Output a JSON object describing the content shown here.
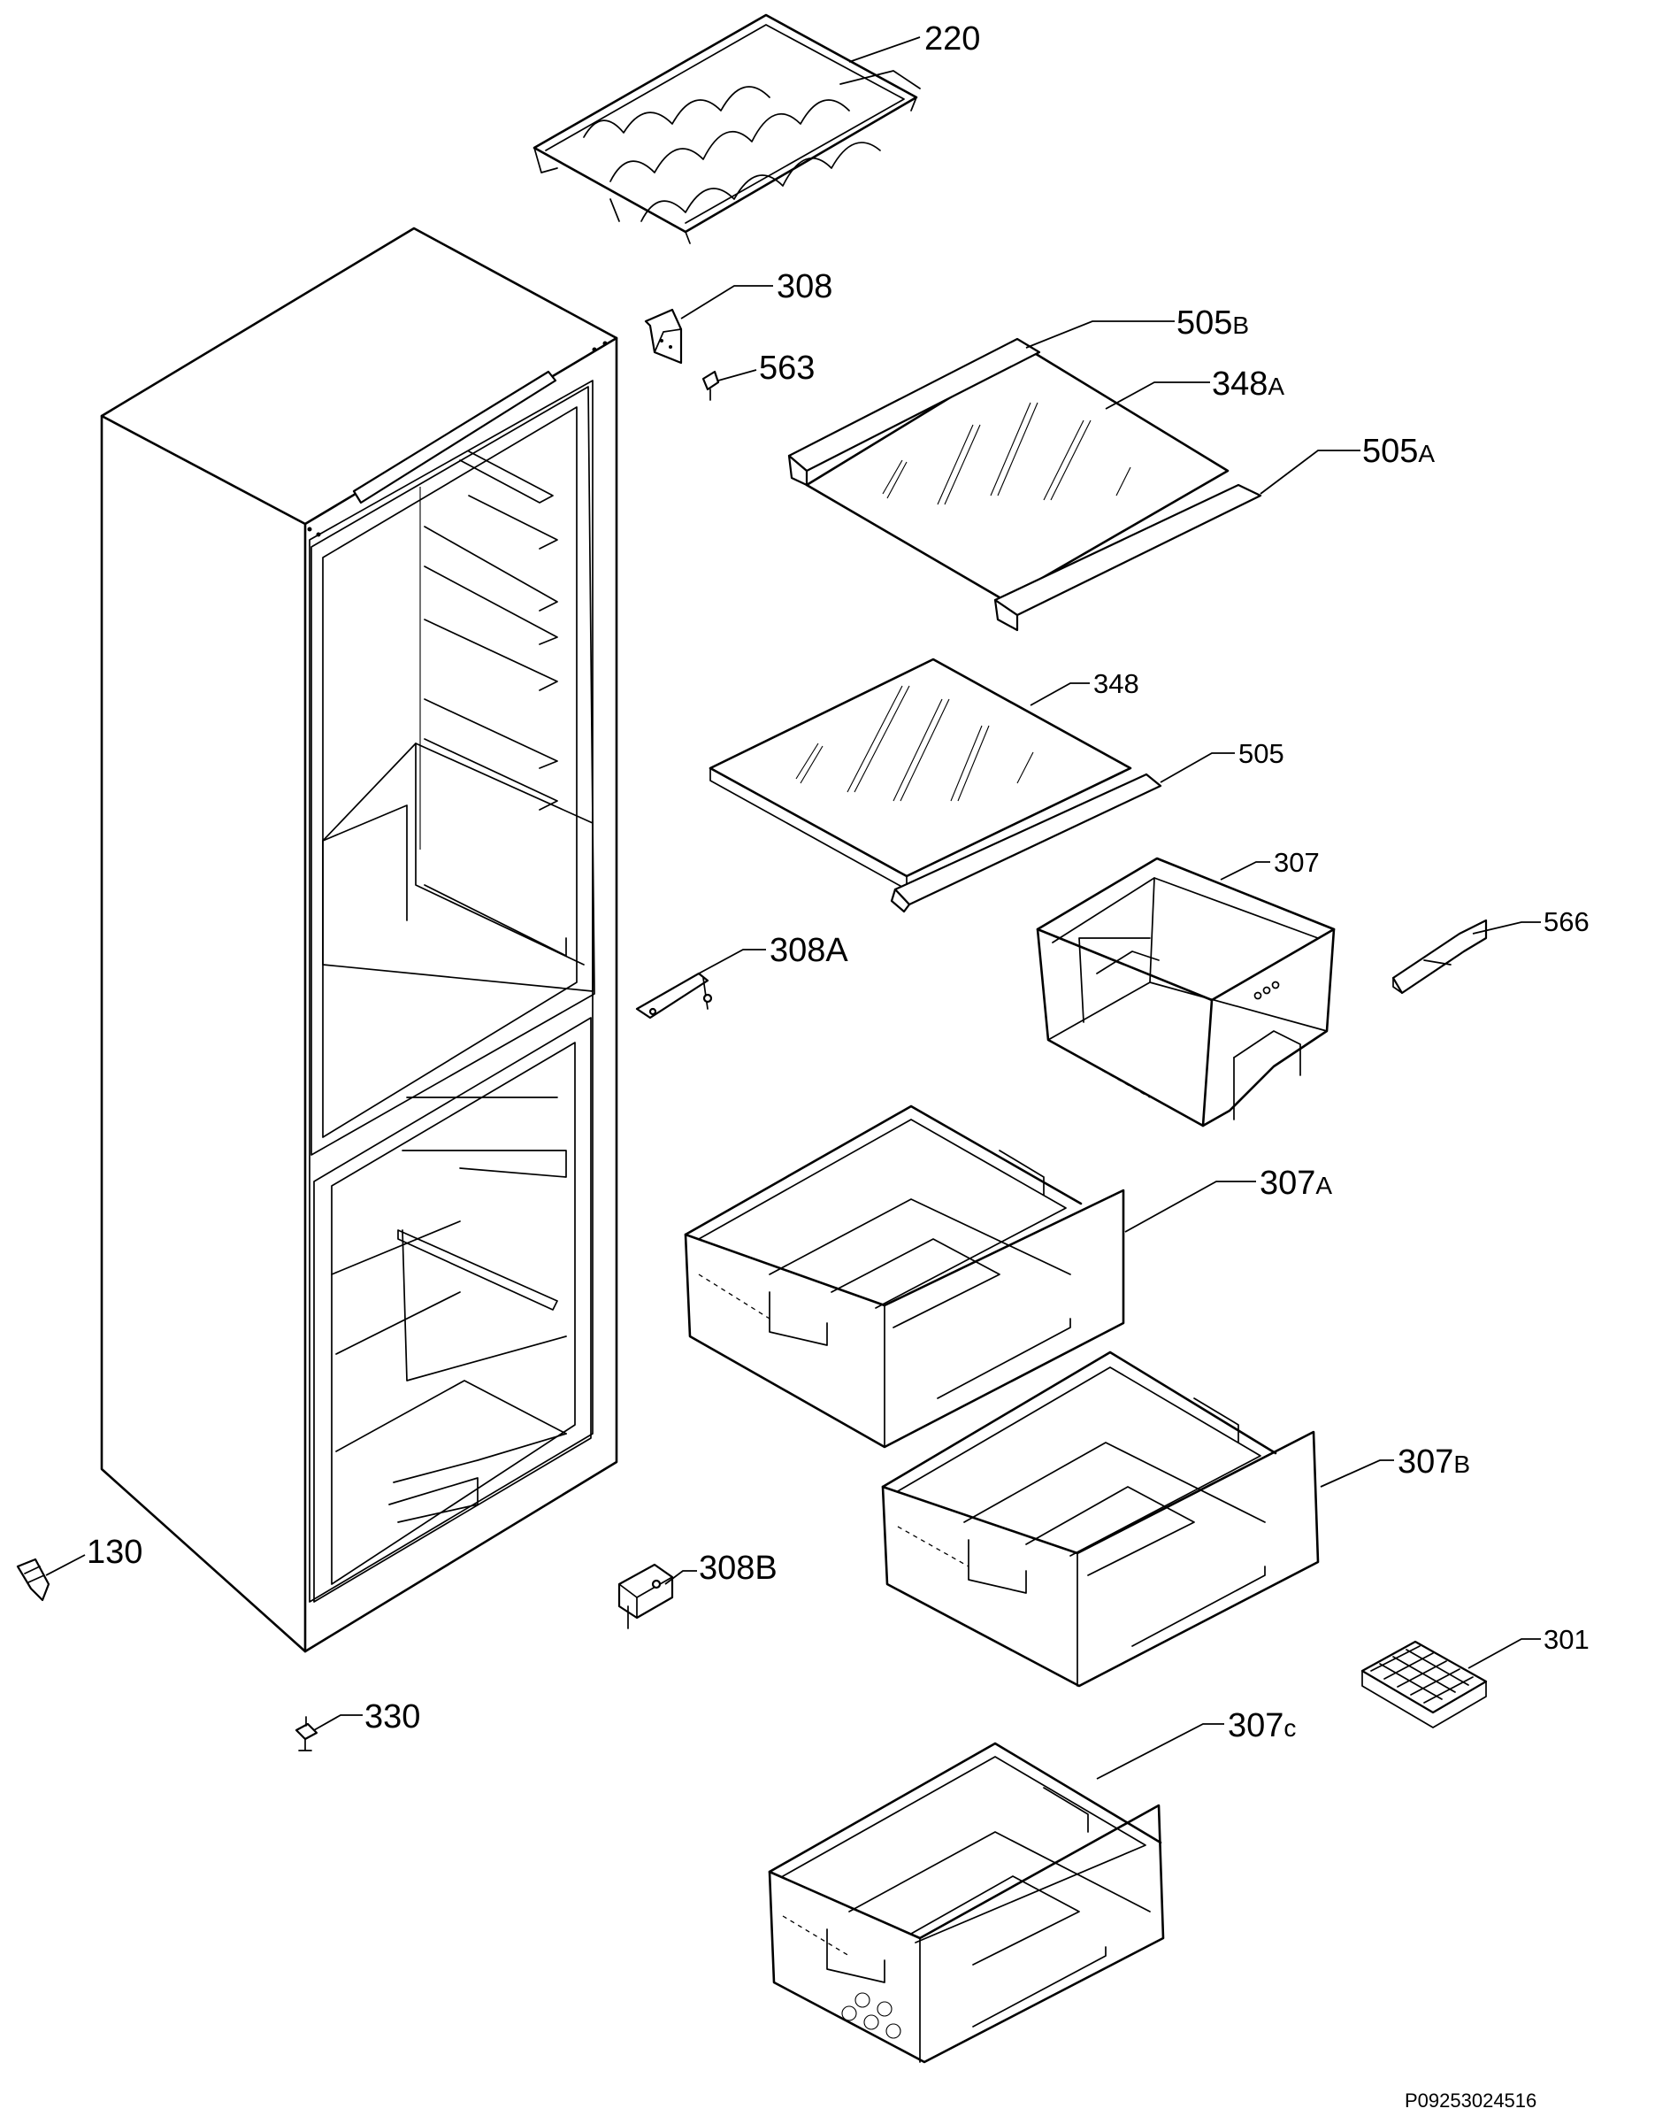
{
  "diagram": {
    "document_id": "P09253024516",
    "part_labels": {
      "p220": {
        "number": "220",
        "suffix": ""
      },
      "p308": {
        "number": "308",
        "suffix": ""
      },
      "p505b": {
        "number": "505",
        "suffix": "B"
      },
      "p563": {
        "number": "563",
        "suffix": ""
      },
      "p348a": {
        "number": "348",
        "suffix": "A"
      },
      "p505a": {
        "number": "505",
        "suffix": "A"
      },
      "p348": {
        "number": "348",
        "suffix": ""
      },
      "p505": {
        "number": "505",
        "suffix": ""
      },
      "p307": {
        "number": "307",
        "suffix": ""
      },
      "p566": {
        "number": "566",
        "suffix": ""
      },
      "p308a": {
        "number": "308A",
        "suffix": ""
      },
      "p307a": {
        "number": "307",
        "suffix": "A"
      },
      "p307b": {
        "number": "307",
        "suffix": "B"
      },
      "p130": {
        "number": "130",
        "suffix": ""
      },
      "p308b": {
        "number": "308B",
        "suffix": ""
      },
      "p301": {
        "number": "301",
        "suffix": ""
      },
      "p330": {
        "number": "330",
        "suffix": ""
      },
      "p307c": {
        "number": "307",
        "suffix": "c"
      }
    }
  }
}
